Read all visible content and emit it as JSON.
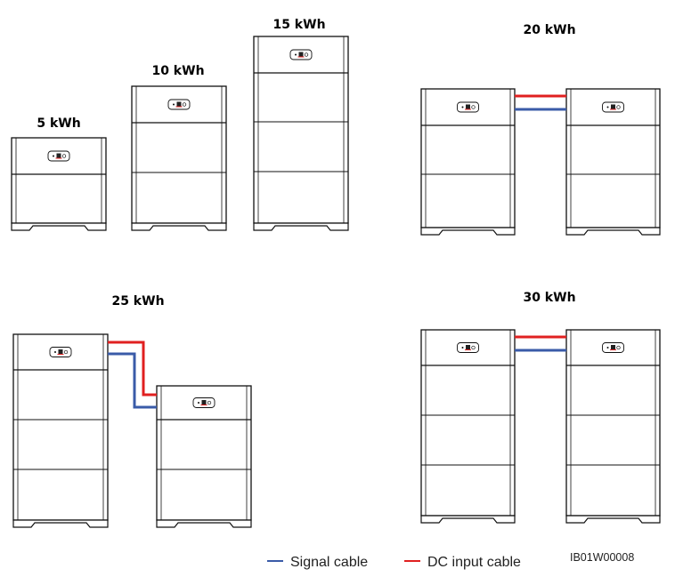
{
  "colors": {
    "signal": "#3a5ba8",
    "dc": "#e02020",
    "outline": "#111111"
  },
  "configs": [
    {
      "caption": "5 kWh",
      "modules": 1
    },
    {
      "caption": "10 kWh",
      "modules": 2
    },
    {
      "caption": "15 kWh",
      "modules": 3
    },
    {
      "caption": "20 kWh",
      "modules": 4
    },
    {
      "caption": "25 kWh",
      "modules": 5
    },
    {
      "caption": "30 kWh",
      "modules": 6
    }
  ],
  "legend": {
    "signal_label": "Signal cable",
    "dc_label": "DC input cable"
  },
  "figure_code": "IB01W00008"
}
